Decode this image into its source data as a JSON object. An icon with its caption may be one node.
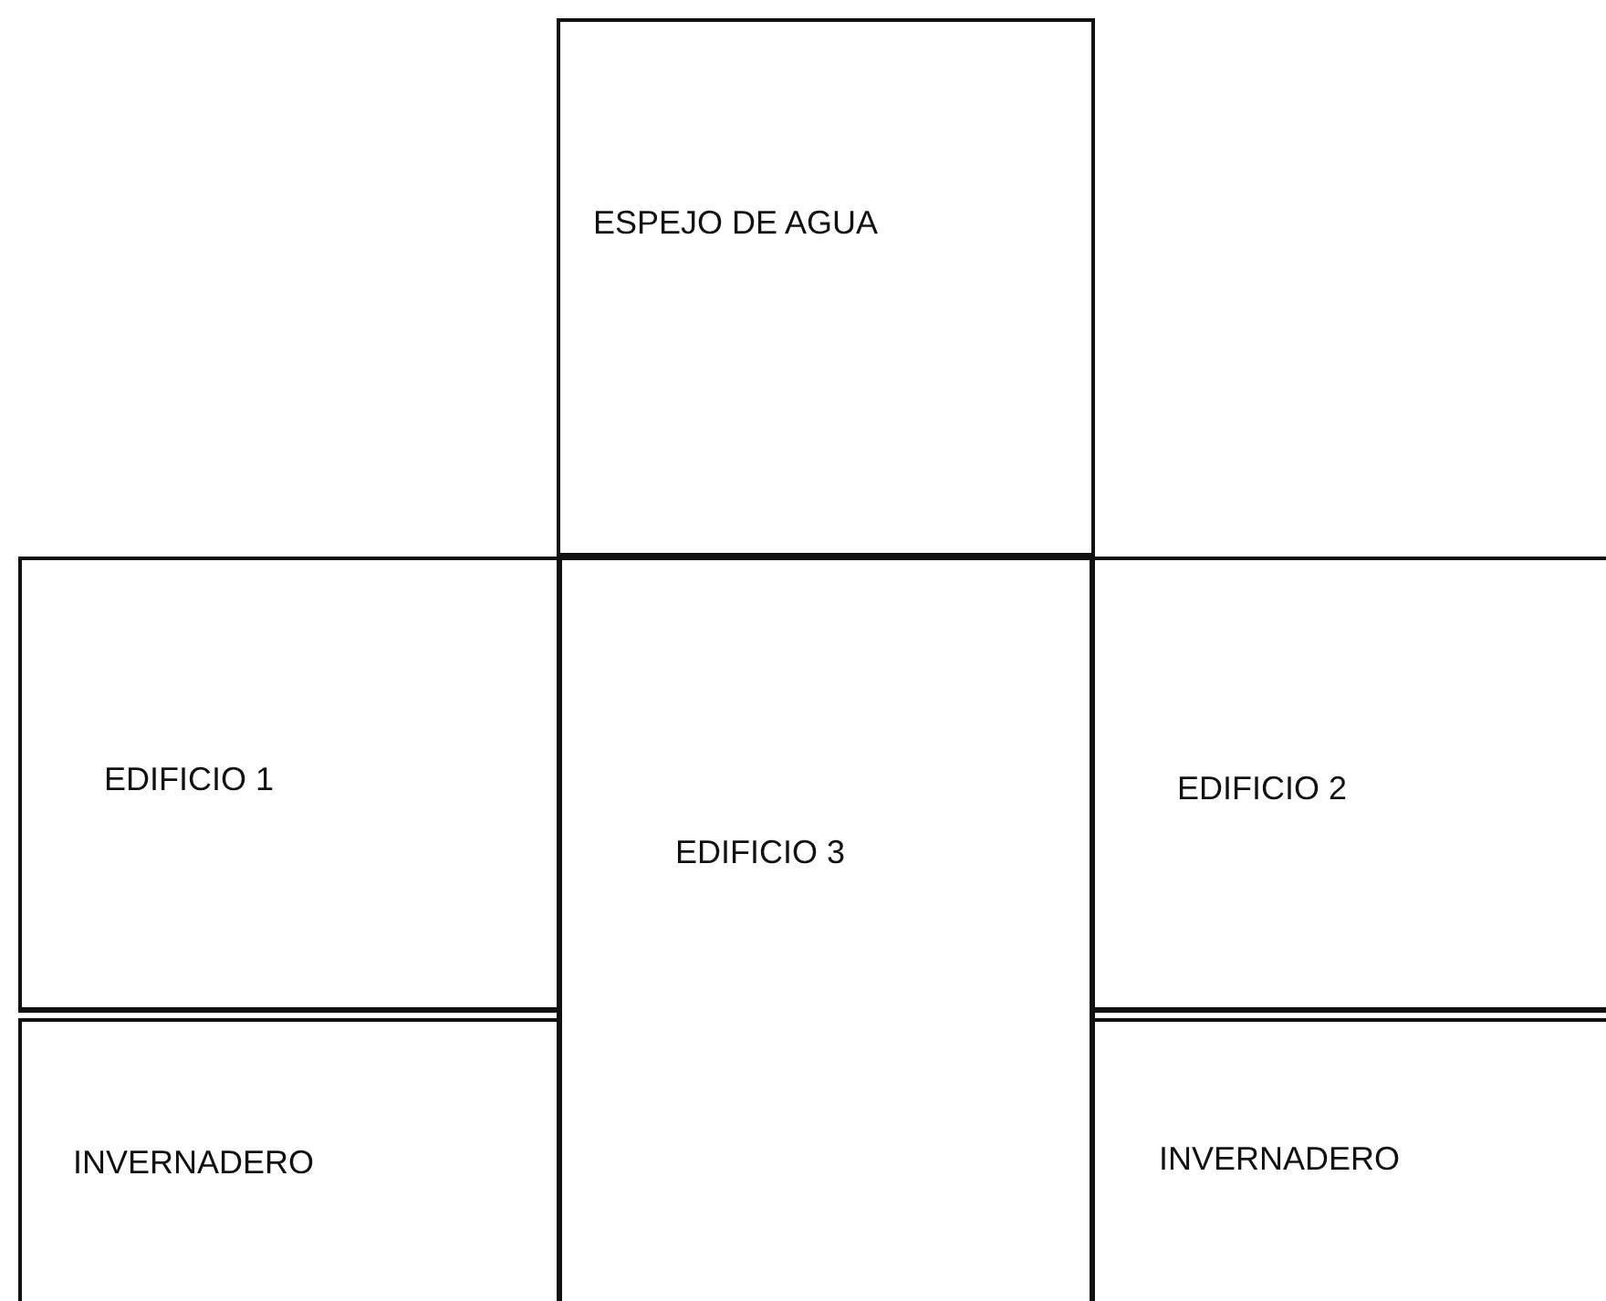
{
  "diagram": {
    "nodes": [
      {
        "text": [
          "ESPEJO DE AGUA"
        ]
      },
      {
        "text": [
          "EDIFICIO 1"
        ]
      },
      {
        "text": [
          "EDIFICIO 3"
        ]
      },
      {
        "text": [
          "EDIFICIO 2"
        ]
      },
      {
        "text": [
          "INVERNADERO"
        ]
      },
      {
        "text": [
          "INVERNADERO"
        ]
      }
    ]
  }
}
